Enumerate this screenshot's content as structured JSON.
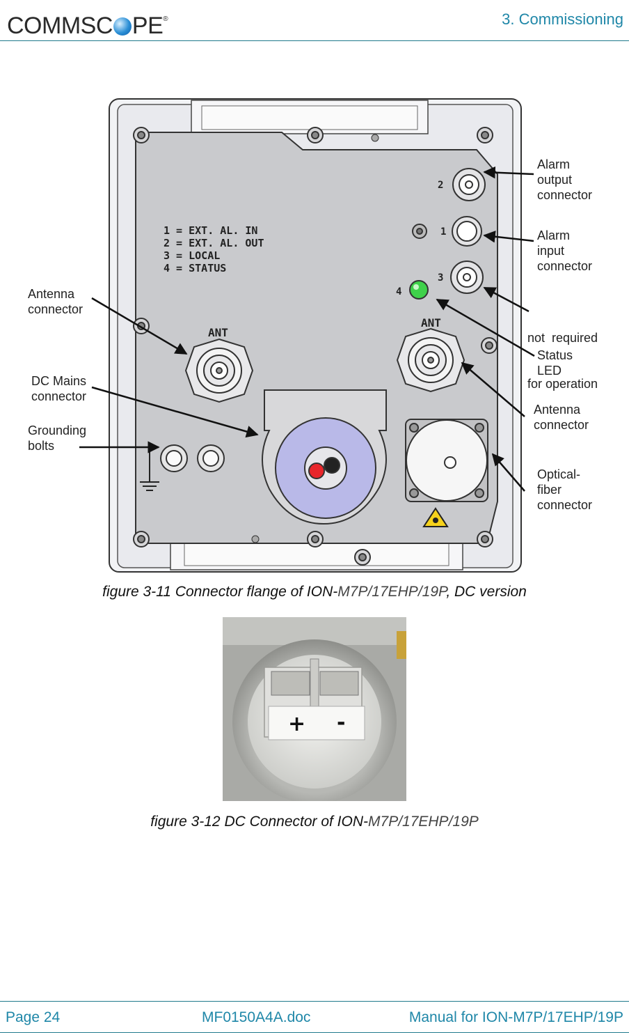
{
  "header": {
    "logo_text": "COMMSC",
    "logo_text_end": "PE",
    "logo_mark": "®",
    "chapter": "3. Commissioning"
  },
  "figure1": {
    "panel_legend": [
      "1 = EXT. AL. IN",
      "2 = EXT. AL. OUT",
      "3 = LOCAL",
      "4 = STATUS"
    ],
    "ant_left": "ANT",
    "ant_right": "ANT",
    "port_numbers": [
      "2",
      "1",
      "3",
      "4"
    ],
    "labels": {
      "alarm_output": [
        "Alarm",
        "output",
        "connector"
      ],
      "alarm_input": [
        "Alarm",
        "input",
        "connector"
      ],
      "not_required": [
        "not  required",
        "for operation"
      ],
      "status_led": [
        "Status",
        "LED"
      ],
      "antenna_right": [
        "Antenna",
        "connector"
      ],
      "optical_fiber": [
        "Optical-",
        "fiber",
        "connector"
      ],
      "antenna_left": [
        "Antenna",
        "connector"
      ],
      "dc_mains": [
        "DC Mains",
        "connector"
      ],
      "grounding": [
        "Grounding",
        "bolts"
      ]
    },
    "caption_prefix": "figure 3-11 Connector flange of ION-",
    "caption_model": "M7P/17EHP/19P",
    "caption_suffix": ", DC version"
  },
  "figure2": {
    "plus": "+",
    "minus": "-",
    "caption_prefix": "figure 3-12 DC Connector of ION-",
    "caption_model": "M7P/17EHP/19P"
  },
  "footer": {
    "page": "Page 24",
    "doc": "MF0150A4A.doc",
    "manual": "Manual for ION-M7P/17EHP/19P"
  }
}
